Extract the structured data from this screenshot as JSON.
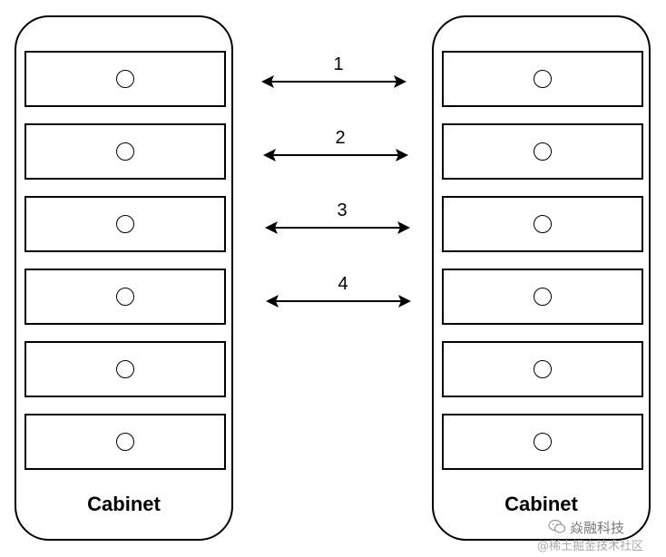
{
  "cabinets": [
    {
      "label": "Cabinet",
      "slots": 6
    },
    {
      "label": "Cabinet",
      "slots": 6
    }
  ],
  "links": [
    {
      "label": "1"
    },
    {
      "label": "2"
    },
    {
      "label": "3"
    },
    {
      "label": "4"
    }
  ],
  "watermark": {
    "line1": "焱融科技",
    "line2": "@稀土掘金技术社区"
  },
  "icons": {
    "slot_indicator": "circle-icon",
    "arrow": "double-arrow-icon",
    "watermark_logo": "wechat-icon"
  },
  "colors": {
    "stroke": "#000000",
    "background": "#ffffff"
  }
}
